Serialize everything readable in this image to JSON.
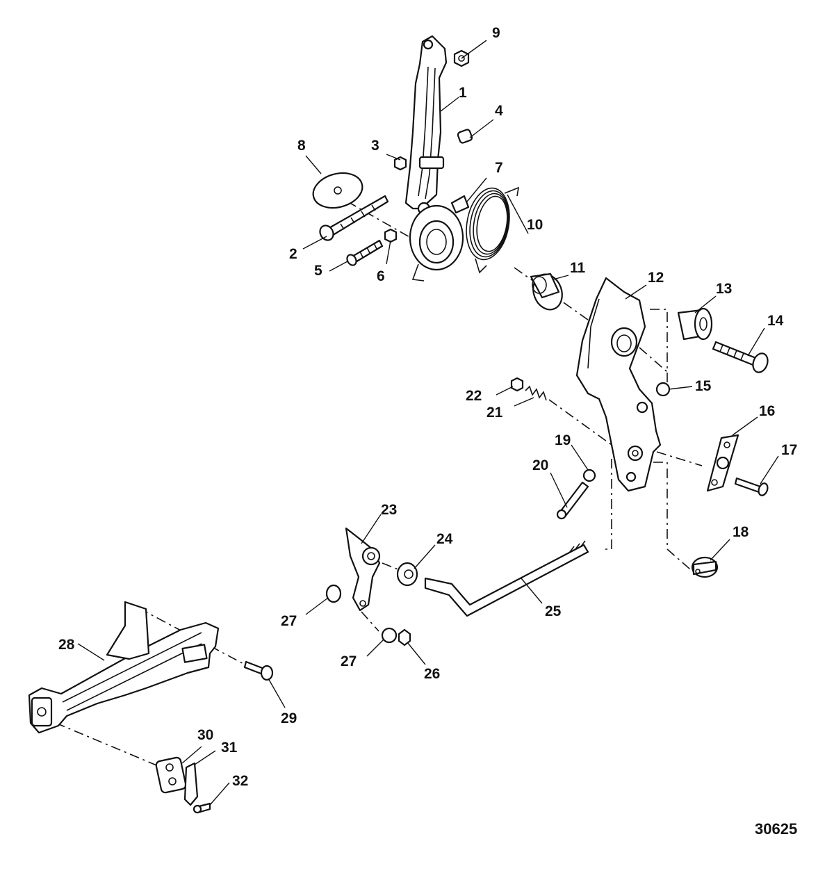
{
  "callouts": [
    {
      "id": "1",
      "label": "1"
    },
    {
      "id": "2",
      "label": "2"
    },
    {
      "id": "3",
      "label": "3"
    },
    {
      "id": "4",
      "label": "4"
    },
    {
      "id": "5",
      "label": "5"
    },
    {
      "id": "6",
      "label": "6"
    },
    {
      "id": "7",
      "label": "7"
    },
    {
      "id": "8",
      "label": "8"
    },
    {
      "id": "9",
      "label": "9"
    },
    {
      "id": "10",
      "label": "10"
    },
    {
      "id": "11",
      "label": "11"
    },
    {
      "id": "12",
      "label": "12"
    },
    {
      "id": "13",
      "label": "13"
    },
    {
      "id": "14",
      "label": "14"
    },
    {
      "id": "15",
      "label": "15"
    },
    {
      "id": "16",
      "label": "16"
    },
    {
      "id": "17",
      "label": "17"
    },
    {
      "id": "18",
      "label": "18"
    },
    {
      "id": "19",
      "label": "19"
    },
    {
      "id": "20",
      "label": "20"
    },
    {
      "id": "21",
      "label": "21"
    },
    {
      "id": "22",
      "label": "22"
    },
    {
      "id": "23",
      "label": "23"
    },
    {
      "id": "24",
      "label": "24"
    },
    {
      "id": "25",
      "label": "25"
    },
    {
      "id": "26",
      "label": "26"
    },
    {
      "id": "27a",
      "label": "27"
    },
    {
      "id": "27b",
      "label": "27"
    },
    {
      "id": "28",
      "label": "28"
    },
    {
      "id": "29",
      "label": "29"
    },
    {
      "id": "30",
      "label": "30"
    },
    {
      "id": "31",
      "label": "31"
    },
    {
      "id": "32",
      "label": "32"
    }
  ],
  "figure_number": "30625"
}
